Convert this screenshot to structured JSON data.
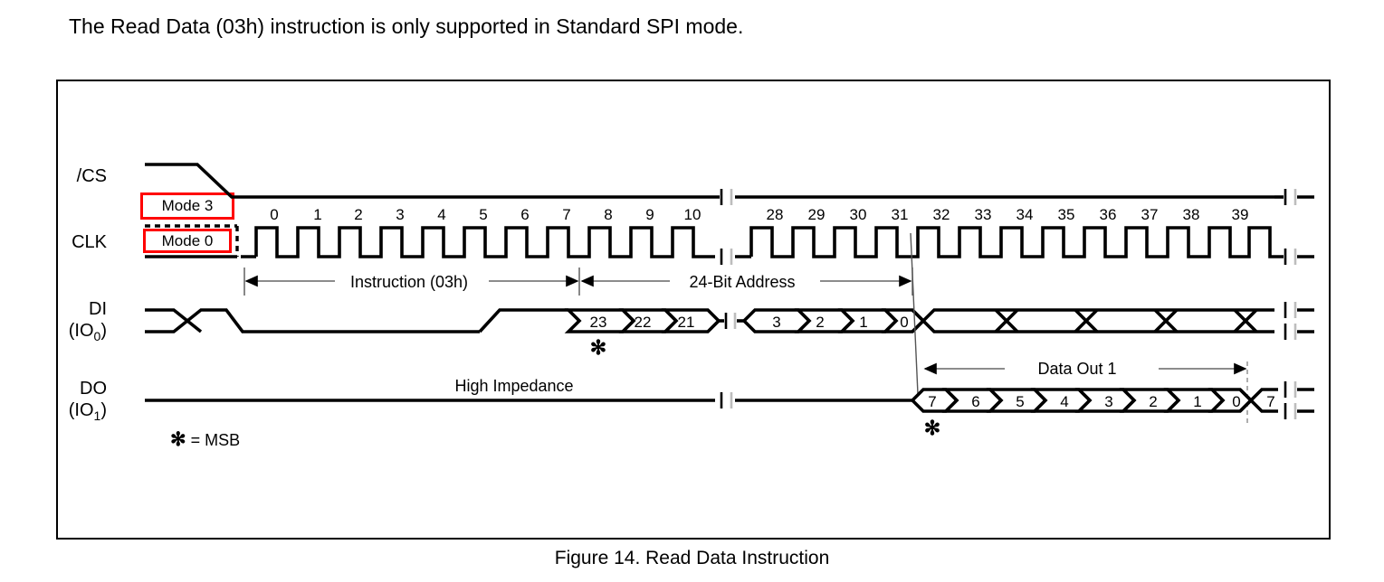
{
  "intro": {
    "text": "The Read Data (03h) instruction is only supported in Standard SPI mode."
  },
  "caption": {
    "text": "Figure 14. Read Data Instruction"
  },
  "legend": {
    "star": "✻",
    "equals_msb": "= MSB"
  },
  "modes": {
    "mode3_label": "Mode 3",
    "mode0_label": "Mode 0",
    "border_color": "#ff0000"
  },
  "signals": {
    "cs": {
      "name": "/CS"
    },
    "clk": {
      "name": "CLK"
    },
    "di": {
      "name": "DI",
      "sub": "(IO",
      "subscript": "0",
      "close": ")"
    },
    "do": {
      "name": "DO",
      "sub": "(IO",
      "subscript": "1",
      "close": ")"
    }
  },
  "clock_numbers_left": [
    "0",
    "1",
    "2",
    "3",
    "4",
    "5",
    "6",
    "7",
    "8",
    "9",
    "10"
  ],
  "clock_numbers_right": [
    "28",
    "29",
    "30",
    "31",
    "32",
    "33",
    "34",
    "35",
    "36",
    "37",
    "38",
    "39"
  ],
  "annotations": {
    "instruction": "Instruction (03h)",
    "address": "24-Bit Address",
    "high_impedance": "High Impedance",
    "data_out": "Data Out 1"
  },
  "di_data": {
    "address_head": [
      "23",
      "22",
      "21"
    ],
    "address_tail": [
      "3",
      "2",
      "1",
      "0"
    ],
    "msb_marker": "✻"
  },
  "do_data": {
    "bits": [
      "7",
      "6",
      "5",
      "4",
      "3",
      "2",
      "1",
      "0"
    ],
    "next_byte": "7",
    "msb_marker": "✻"
  },
  "chart_data": {
    "type": "timing-diagram",
    "title": "Figure 14. Read Data Instruction",
    "rows": [
      "/CS",
      "CLK",
      "DI (IO0)",
      "DO (IO1)"
    ],
    "clock_cycles_shown": [
      0,
      1,
      2,
      3,
      4,
      5,
      6,
      7,
      8,
      9,
      10,
      28,
      29,
      30,
      31,
      32,
      33,
      34,
      35,
      36,
      37,
      38,
      39
    ],
    "phases": [
      {
        "name": "Instruction (03h)",
        "cycles": "0-7"
      },
      {
        "name": "24-Bit Address",
        "cycles": "8-31"
      },
      {
        "name": "Data Out 1",
        "cycles": "32-39"
      }
    ],
    "di_sequence": [
      "23",
      "22",
      "21",
      "…",
      "3",
      "2",
      "1",
      "0"
    ],
    "do_sequence": [
      "7",
      "6",
      "5",
      "4",
      "3",
      "2",
      "1",
      "0",
      "7"
    ],
    "modes": [
      "Mode 3",
      "Mode 0"
    ],
    "notes": [
      "✻ = MSB",
      "High Impedance on DO before data",
      "Break marks indicate omitted cycles"
    ]
  }
}
